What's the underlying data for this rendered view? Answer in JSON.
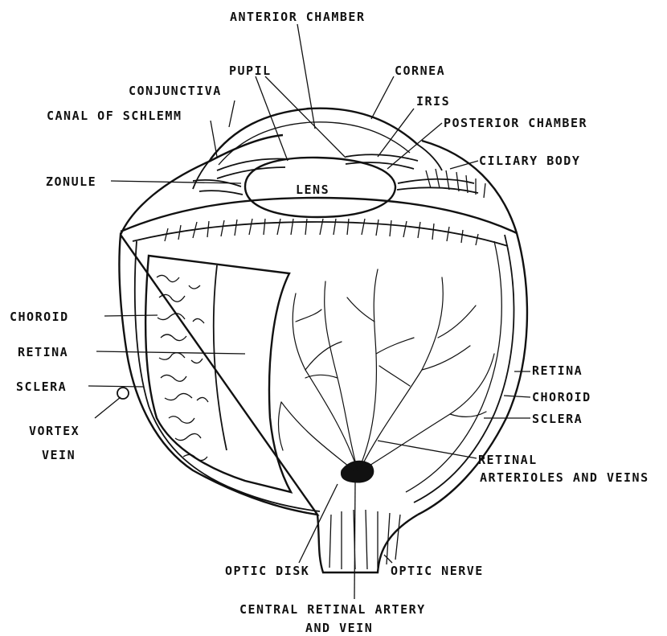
{
  "diagram": {
    "labels": {
      "anterior_chamber": "ANTERIOR CHAMBER",
      "pupil": "PUPIL",
      "cornea": "CORNEA",
      "conjunctiva": "CONJUNCTIVA",
      "iris": "IRIS",
      "canal_of_schlemm": "CANAL OF SCHLEMM",
      "posterior_chamber": "POSTERIOR CHAMBER",
      "ciliary_body": "CILIARY BODY",
      "zonule": "ZONULE",
      "lens": "LENS",
      "choroid_left": "CHOROID",
      "retina_left": "RETINA",
      "sclera_left": "SCLERA",
      "vortex_vein": [
        "VORTEX",
        "VEIN"
      ],
      "retina_right": "RETINA",
      "choroid_right": "CHOROID",
      "sclera_right": "SCLERA",
      "retinal_arterioles": [
        "RETINAL",
        "ARTERIOLES AND VEINS"
      ],
      "optic_disk": "OPTIC DISK",
      "optic_nerve": "OPTIC NERVE",
      "central_retinal_artery": [
        "CENTRAL RETINAL ARTERY",
        "AND VEIN"
      ]
    }
  }
}
